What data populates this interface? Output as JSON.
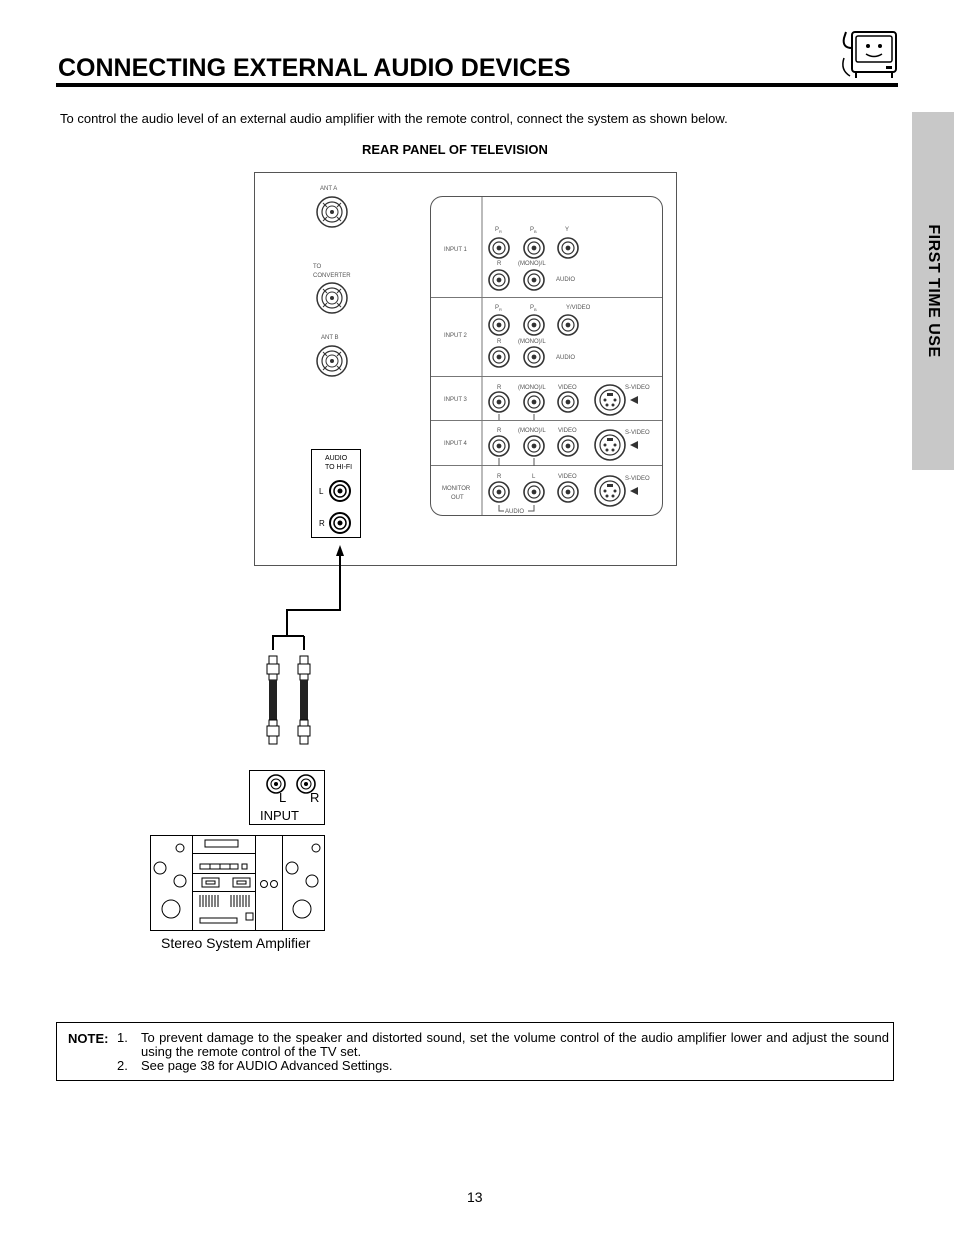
{
  "header": {
    "title": "CONNECTING EXTERNAL AUDIO DEVICES",
    "mascot_icon": "tv-mascot-icon"
  },
  "side_tab": {
    "label": "FIRST TIME USE"
  },
  "intro": "To control the audio level of an external audio amplifier with the remote control, connect the system as shown below.",
  "diagram": {
    "caption": "REAR PANEL OF TELEVISION",
    "antenna": {
      "ant_a": "ANT A",
      "to_converter_1": "TO",
      "to_converter_2": "CONVERTER",
      "ant_b": "ANT B"
    },
    "hifi": {
      "line1": "AUDIO",
      "line2": "TO HI-FI",
      "left": "L",
      "right": "R"
    },
    "inputs": {
      "input1": "INPUT 1",
      "input2": "INPUT 2",
      "input3": "INPUT 3",
      "input4": "INPUT 4",
      "monitor1": "MONITOR",
      "monitor2": "OUT",
      "pr": "P",
      "pr_sub": "R",
      "pb": "P",
      "pb_sub": "B",
      "y": "Y",
      "y_video": "Y/VIDEO",
      "r": "R",
      "l": "L",
      "mono_l": "(MONO)/L",
      "audio": "AUDIO",
      "video": "VIDEO",
      "s_video": "S-VIDEO"
    },
    "amp": {
      "input_label": "INPUT",
      "left": "L",
      "right": "R",
      "caption": "Stereo System Amplifier"
    }
  },
  "note": {
    "label": "NOTE:",
    "items": [
      {
        "num": "1.",
        "text": "To prevent damage to the speaker and distorted sound, set the volume control of the audio amplifier lower and adjust the sound using the remote control of the TV set."
      },
      {
        "num": "2.",
        "text": "See page 38 for AUDIO Advanced Settings."
      }
    ]
  },
  "page_number": "13"
}
